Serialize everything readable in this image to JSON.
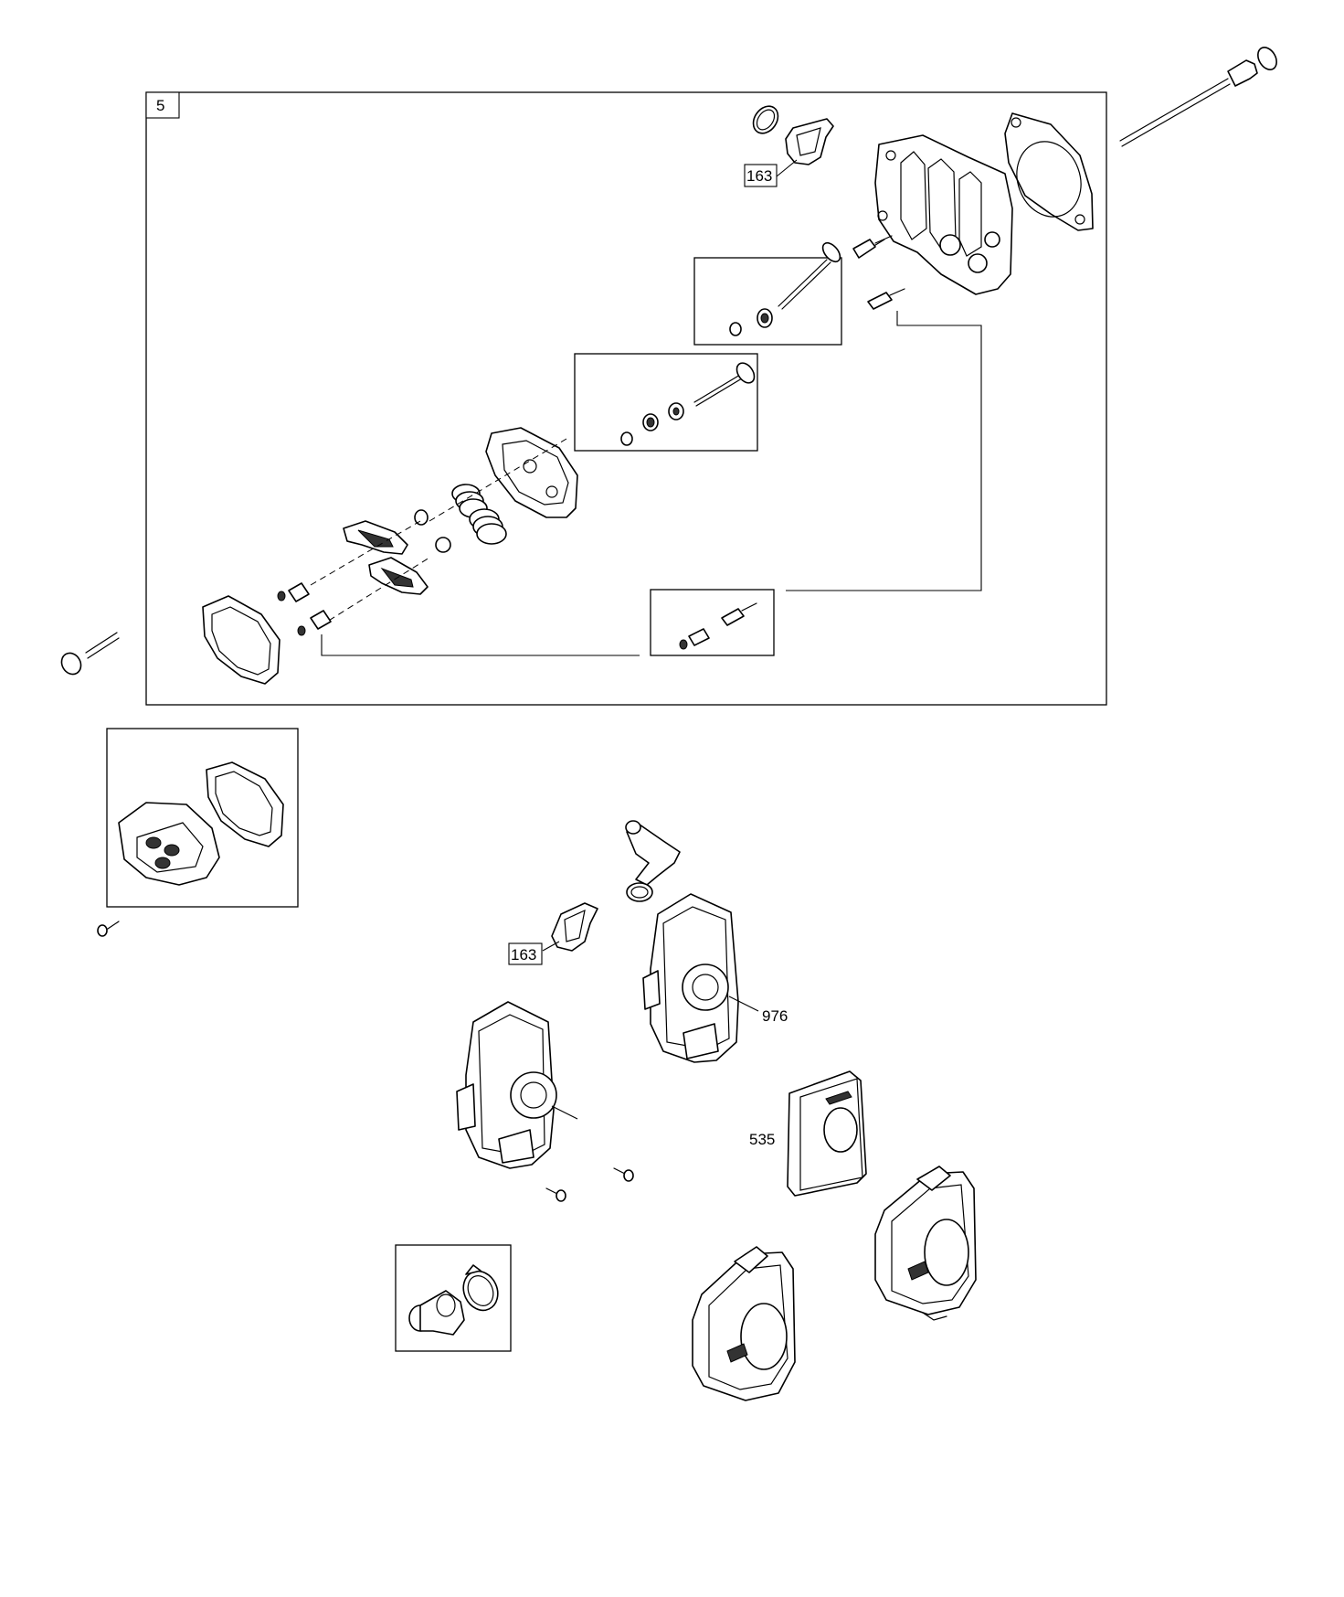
{
  "callouts": {
    "assembly_number": "5",
    "gasket_top": "163",
    "gasket_bottom": "163",
    "carb_body": "976",
    "air_filter": "535"
  }
}
